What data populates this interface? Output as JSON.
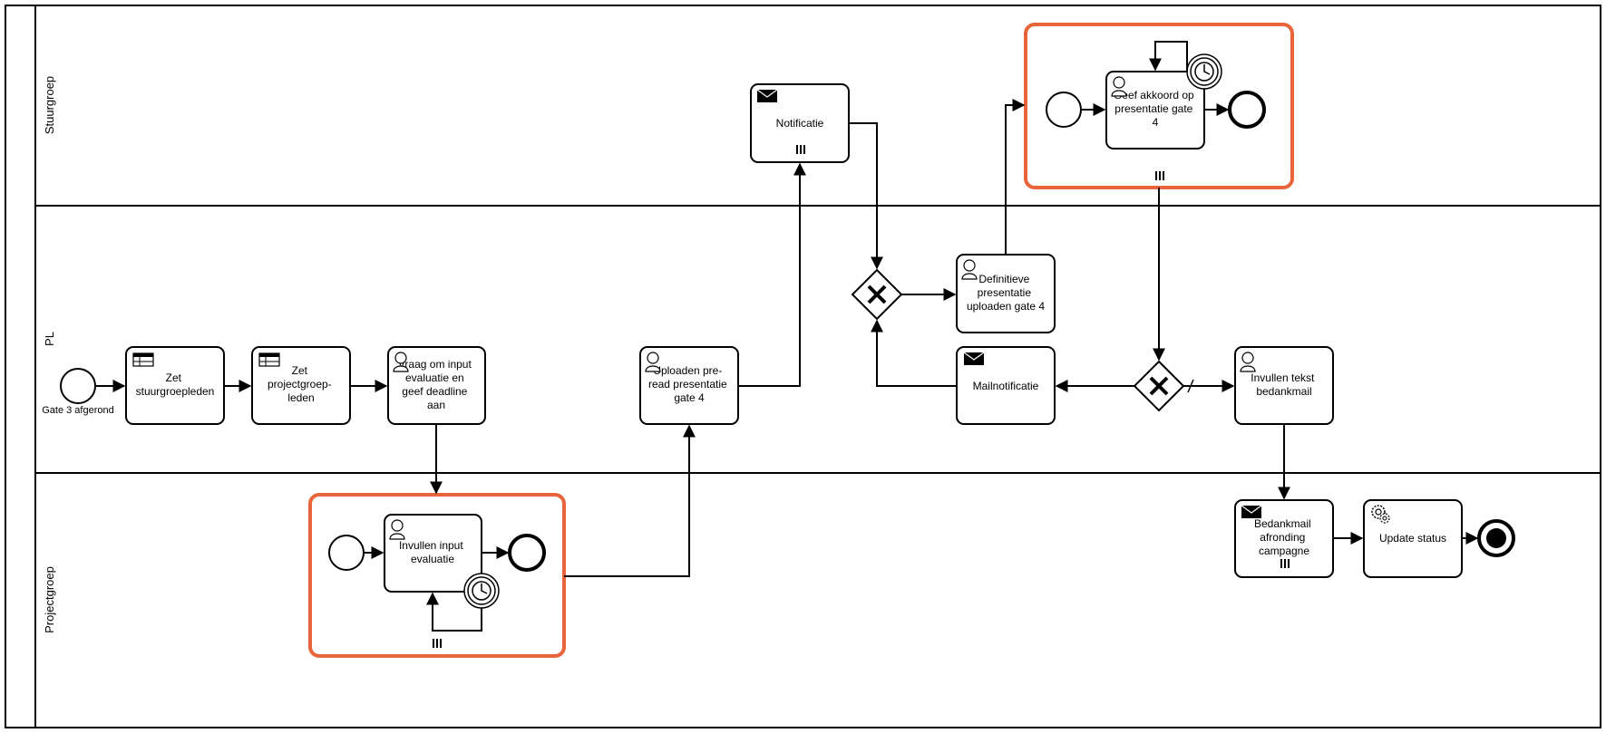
{
  "lanes": {
    "sturgroep": "Stuurgroep",
    "pl": "PL",
    "projectgroep": "Projectgroep"
  },
  "events": {
    "start_label": "Gate 3 afgerond"
  },
  "tasks": {
    "zet_stuurgroepleden": [
      "Zet",
      "stuurgroepleden"
    ],
    "zet_projectgroepleden": [
      "Zet",
      "projectgroep-",
      "leden"
    ],
    "vraag_input": [
      "Vraag om input",
      "evaluatie en",
      "geef deadline",
      "aan"
    ],
    "invullen_input": [
      "Invullen input",
      "evaluatie"
    ],
    "uploaden_preread": [
      "Uploaden pre-",
      "read presentatie",
      "gate 4"
    ],
    "notificatie": [
      "Notificatie"
    ],
    "definitieve_presentatie": [
      "Definitieve",
      "presentatie",
      "uploaden gate 4"
    ],
    "geef_akkoord": [
      "Geef akkoord op",
      "presentatie gate",
      "4"
    ],
    "mailnotificatie": [
      "Mailnotificatie"
    ],
    "invullen_tekst": [
      "Invullen tekst",
      "bedankmail"
    ],
    "bedankmail": [
      "Bedankmail",
      "afronding",
      "campagne"
    ],
    "update_status": [
      "Update status"
    ]
  },
  "icons": {
    "table": "table-icon",
    "user": "user-icon",
    "envelope": "envelope-icon",
    "gear": "gear-icon",
    "timer": "timer-icon",
    "gateway": "exclusive-gateway-icon"
  },
  "colors": {
    "highlight": "#e8643a",
    "stroke": "#000000"
  }
}
